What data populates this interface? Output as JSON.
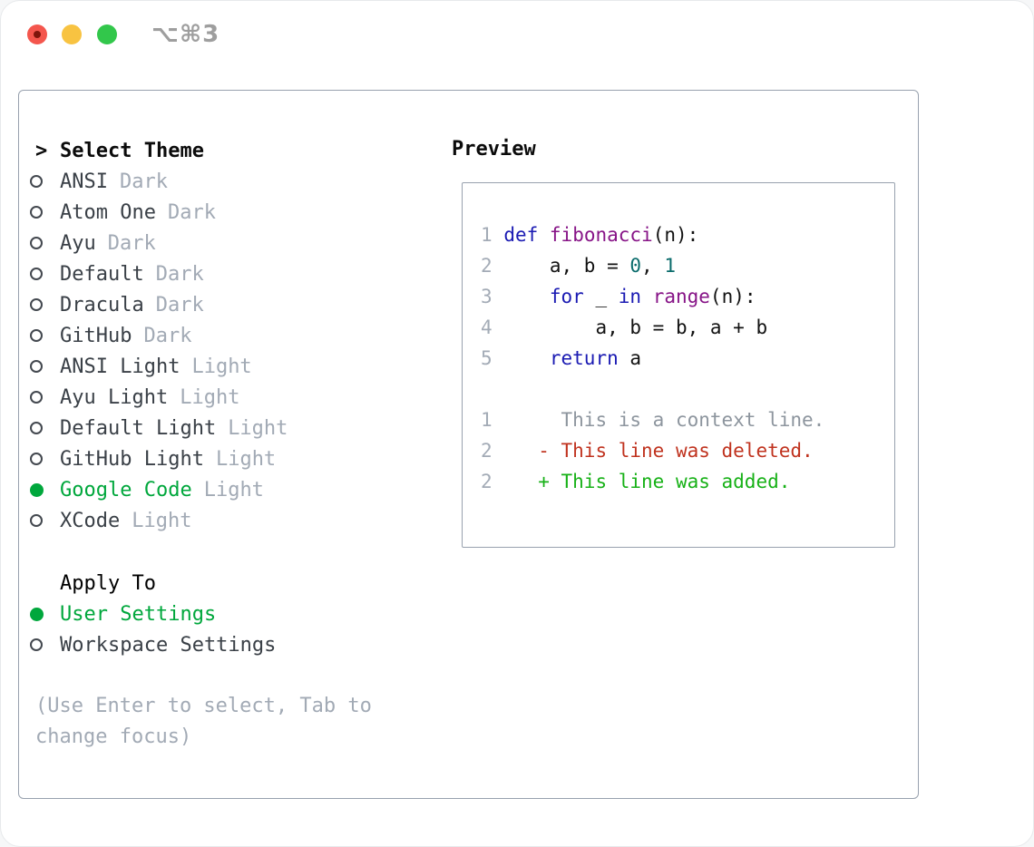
{
  "window": {
    "title": "⌥⌘3",
    "traffic_lights": [
      "close",
      "minimize",
      "zoom"
    ]
  },
  "theme_panel": {
    "header": {
      "prompt": ">",
      "label": "Select Theme"
    },
    "themes": [
      {
        "name": "ANSI",
        "variant": "Dark",
        "selected": false
      },
      {
        "name": "Atom One",
        "variant": "Dark",
        "selected": false
      },
      {
        "name": "Ayu",
        "variant": "Dark",
        "selected": false
      },
      {
        "name": "Default",
        "variant": "Dark",
        "selected": false
      },
      {
        "name": "Dracula",
        "variant": "Dark",
        "selected": false
      },
      {
        "name": "GitHub",
        "variant": "Dark",
        "selected": false
      },
      {
        "name": "ANSI Light",
        "variant": "Light",
        "selected": false
      },
      {
        "name": "Ayu Light",
        "variant": "Light",
        "selected": false
      },
      {
        "name": "Default Light",
        "variant": "Light",
        "selected": false
      },
      {
        "name": "GitHub Light",
        "variant": "Light",
        "selected": false
      },
      {
        "name": "Google Code",
        "variant": "Light",
        "selected": true
      },
      {
        "name": "XCode",
        "variant": "Light",
        "selected": false
      }
    ],
    "apply_to": {
      "label": "Apply To",
      "options": [
        {
          "name": "User Settings",
          "selected": true
        },
        {
          "name": "Workspace Settings",
          "selected": false
        }
      ]
    },
    "hint": {
      "line1": "(Use Enter to select, Tab to",
      "line2": "change focus)"
    }
  },
  "preview": {
    "label": "Preview",
    "lines": [
      {
        "segs": {
          "n": "1",
          "s1": " ",
          "s2": "def",
          "s3": " ",
          "s4": "fibonacci",
          "s5": "(n):"
        }
      },
      {
        "segs": {
          "n": "2",
          "s1": "     a, b = ",
          "s2": "0",
          "s3": ", ",
          "s4": "1"
        }
      },
      {
        "segs": {
          "n": "3",
          "s1": "     ",
          "s2": "for",
          "s3": " _ ",
          "s4": "in",
          "s5": " ",
          "s6": "range",
          "s7": "(n):"
        }
      },
      {
        "segs": {
          "n": "4",
          "s1": "         a, b = b, a + b"
        }
      },
      {
        "segs": {
          "n": "5",
          "s1": "     ",
          "s2": "return",
          "s3": " a"
        }
      },
      {
        "segs": {
          "n": "",
          "s1": ""
        }
      },
      {
        "segs": {
          "n": "1",
          "s1": "      ",
          "s2": "This is a context line."
        }
      },
      {
        "segs": {
          "n": "2",
          "s1": "    ",
          "s2": "- This line was deleted."
        }
      },
      {
        "segs": {
          "n": "2",
          "s1": "    ",
          "s2": "+ This line was added."
        }
      }
    ]
  },
  "colors": {
    "selection_green": "#00a73c",
    "keyword_blue": "#1b1bb3",
    "function_purple": "#871487",
    "literal_teal": "#0b6c6c",
    "deleted_red": "#c0331f",
    "added_green": "#17b117",
    "muted_gray": "#a2aab5",
    "panel_border": "#98a1ae",
    "traffic_red": "#f4564d",
    "traffic_yellow": "#f8c341",
    "traffic_green": "#32c74b"
  }
}
